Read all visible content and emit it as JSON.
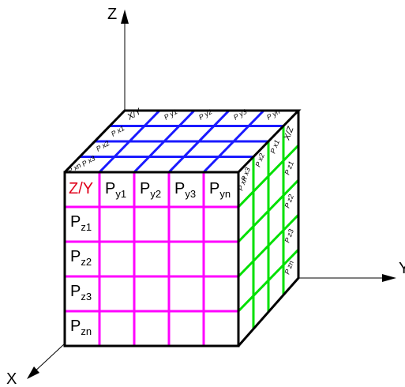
{
  "axes": {
    "z": "Z",
    "y": "Y",
    "x": "X"
  },
  "front_face": {
    "corner": "Z/Y",
    "columns": [
      {
        "main": "P",
        "sub": "y1"
      },
      {
        "main": "P",
        "sub": "y2"
      },
      {
        "main": "P",
        "sub": "y3"
      },
      {
        "main": "P",
        "sub": "yn"
      }
    ],
    "rows": [
      {
        "main": "P",
        "sub": "z1"
      },
      {
        "main": "P",
        "sub": "z2"
      },
      {
        "main": "P",
        "sub": "z3"
      },
      {
        "main": "P",
        "sub": "zn"
      }
    ]
  },
  "top_face": {
    "corner": "X/Y",
    "columns": [
      "P y1",
      "P y2",
      "P y3",
      "P yn"
    ],
    "rows": [
      "P x1",
      "P x2",
      "P x3",
      "P xn"
    ]
  },
  "side_face": {
    "corner": "X/Z",
    "columns": [
      "P x1",
      "P x2",
      "P x3",
      "P xn"
    ],
    "rows": [
      "P z1",
      "P z2",
      "P z3",
      "P zn"
    ]
  },
  "colors": {
    "front_grid": "#ff00ff",
    "top_grid": "#1a1aff",
    "side_grid": "#00e000",
    "outline": "#000000",
    "corner_label": "#e0001a"
  }
}
